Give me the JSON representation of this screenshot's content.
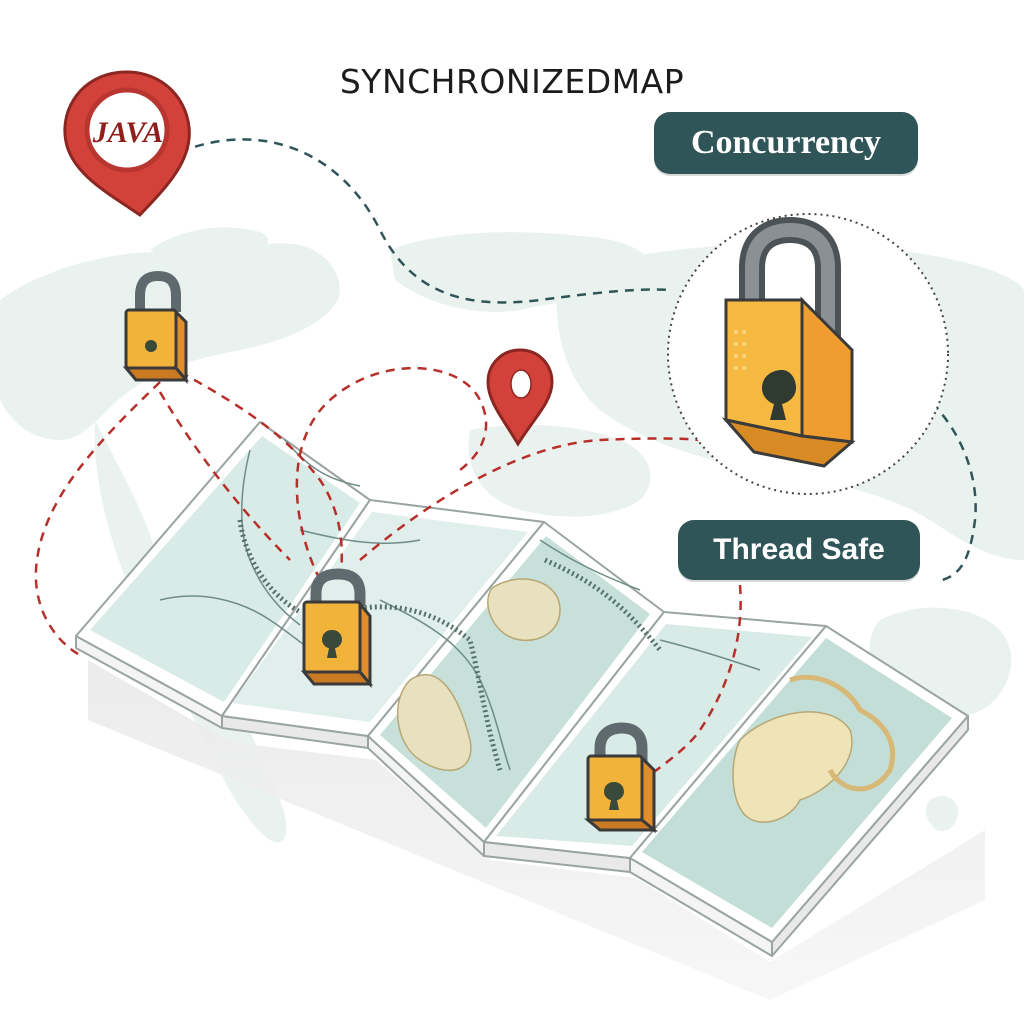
{
  "title": "SYNCHRONIZEDMAP",
  "pin_label": "JAVA",
  "badges": {
    "concurrency": "Concurrency",
    "thread_safe": "Thread Safe"
  },
  "colors": {
    "badge_bg": "#2f5558",
    "lock_body": "#f2b33a",
    "lock_shade": "#e08d2a",
    "shackle": "#7d8386",
    "pin_red": "#c93a32",
    "map_panel": "#dbece8",
    "map_shade": "#bcdad3",
    "land": "#ecf3f1",
    "dash_red": "#b72f2a",
    "dash_teal": "#2f5558"
  },
  "icons": [
    "java-pin-icon",
    "location-pin-icon",
    "padlock-icon",
    "large-padlock-icon"
  ]
}
